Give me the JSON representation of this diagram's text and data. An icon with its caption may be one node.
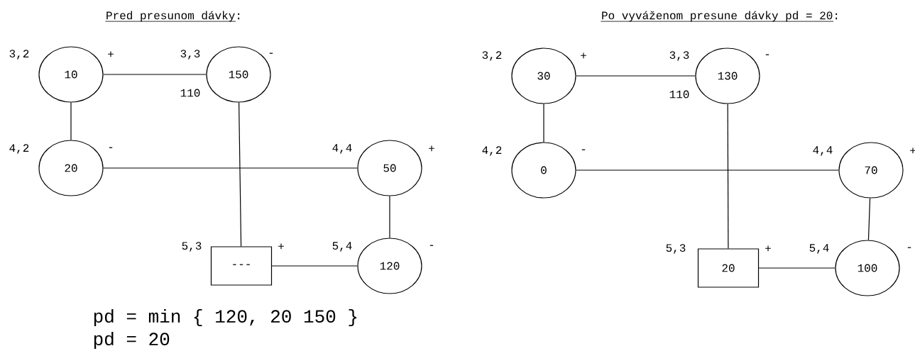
{
  "diagram": {
    "nodes": [
      {
        "text": [
          "10"
        ],
        "beside": [
          "3,2",
          "+"
        ]
      },
      {
        "text": [
          "150"
        ],
        "beside": [
          "3,3",
          "-",
          "110"
        ]
      },
      {
        "text": [
          "20"
        ],
        "beside": [
          "4,2",
          "-"
        ]
      },
      {
        "text": [
          "50"
        ],
        "beside": [
          "4,4",
          "+"
        ]
      },
      {
        "text": [
          "---"
        ],
        "beside": [
          "5,3",
          "+"
        ]
      },
      {
        "text": [
          "120"
        ],
        "beside": [
          "5,4",
          "-"
        ]
      },
      {
        "text": [
          "30"
        ],
        "beside": [
          "3,2",
          "+"
        ]
      },
      {
        "text": [
          "130"
        ],
        "beside": [
          "3,3",
          "-",
          "110"
        ]
      },
      {
        "text": [
          "0"
        ],
        "beside": [
          "4,2",
          "-"
        ]
      },
      {
        "text": [
          "70"
        ],
        "beside": [
          "4,4",
          "+"
        ]
      },
      {
        "text": [
          "20"
        ],
        "beside": [
          "5,3",
          "+"
        ]
      },
      {
        "text": [
          "100"
        ],
        "beside": [
          "5,4",
          "-"
        ]
      }
    ],
    "edges": [
      {
        "from": 0,
        "to": 1,
        "arrow": "none"
      },
      {
        "from": 0,
        "to": 2,
        "arrow": "none"
      },
      {
        "from": 1,
        "to": 4,
        "arrow": "none"
      },
      {
        "from": 2,
        "to": 3,
        "arrow": "none"
      },
      {
        "from": 3,
        "to": 5,
        "arrow": "none"
      },
      {
        "from": 4,
        "to": 5,
        "arrow": "none"
      },
      {
        "from": 6,
        "to": 7,
        "arrow": "none"
      },
      {
        "from": 6,
        "to": 8,
        "arrow": "none"
      },
      {
        "from": 7,
        "to": 10,
        "arrow": "none"
      },
      {
        "from": 8,
        "to": 9,
        "arrow": "none"
      },
      {
        "from": 9,
        "to": 11,
        "arrow": "none"
      },
      {
        "from": 10,
        "to": 11,
        "arrow": "none"
      }
    ],
    "labels": [
      "Pred presunom dávky:",
      "Po vyváženom presune dávky pd = 20:",
      "pd = min { 120, 20 150 }",
      "pd = 20"
    ]
  }
}
